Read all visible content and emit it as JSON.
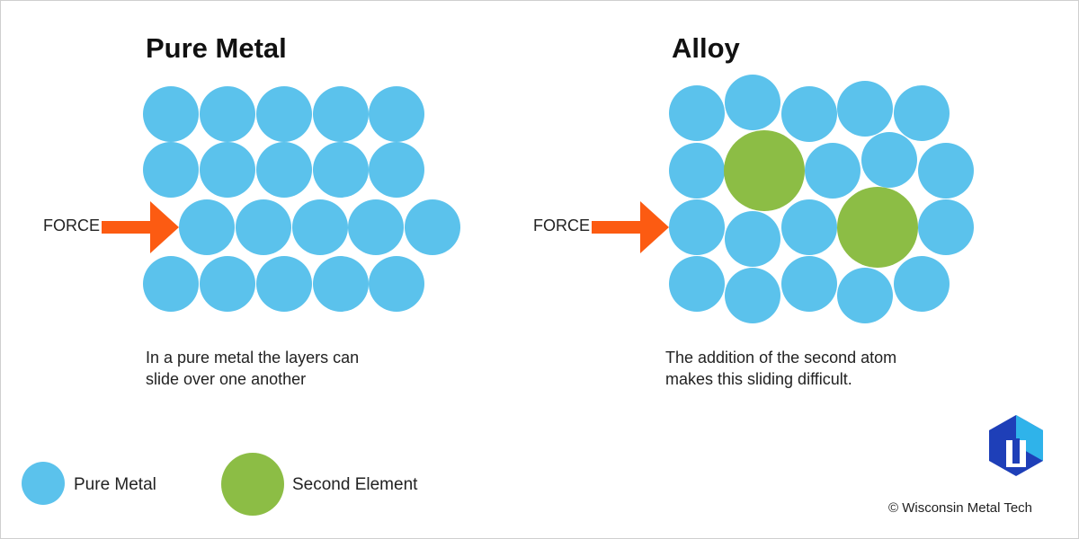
{
  "panels": {
    "pure": {
      "title": "Pure Metal",
      "force_label": "FORCE",
      "caption_line1": "In a pure metal the layers can",
      "caption_line2": "slide over one another"
    },
    "alloy": {
      "title": "Alloy",
      "force_label": "FORCE",
      "caption_line1": "The addition of the second atom",
      "caption_line2": "makes this sliding difficult."
    }
  },
  "legend": {
    "pure_metal": "Pure Metal",
    "second_element": "Second Element"
  },
  "colors": {
    "pure_metal": "#5bc2ec",
    "second_element": "#8cbd45",
    "force_arrow": "#fc5b12",
    "logo_dark": "#1e3fb8",
    "logo_light": "#2fb3ea"
  },
  "copyright": "© Wisconsin Metal Tech"
}
